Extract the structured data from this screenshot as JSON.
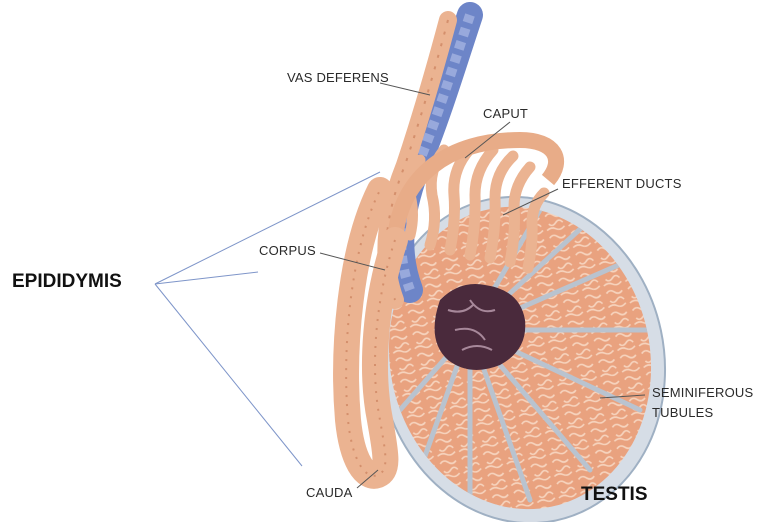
{
  "labels": {
    "vas_deferens": "VAS DEFERENS",
    "caput": "CAPUT",
    "efferent_ducts": "EFFERENT DUCTS",
    "corpus": "CORPUS",
    "epididymis": "EPIDIDYMIS",
    "seminiferous_line1": "SEMINIFEROUS",
    "seminiferous_line2": "TUBULES",
    "cauda": "CAUDA",
    "testis": "TESTIS"
  },
  "colors": {
    "tubule_fill": "#ebb391",
    "tubule_stroke": "#d48f6c",
    "testis_fill": "#e9a27f",
    "testis_pattern": "#f6d3bd",
    "capsule": "#c9d2dc",
    "vessel": "#5a6fb8",
    "rete": "#4a2a3c",
    "leader": "#555555",
    "epididymis_lines": "#7e95c9"
  }
}
